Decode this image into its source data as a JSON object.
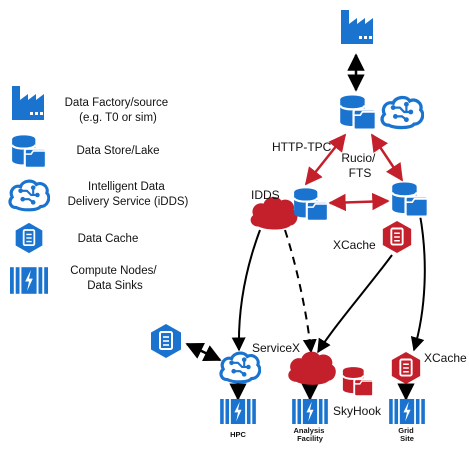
{
  "colors": {
    "blue": "#1a74cf",
    "red": "#c4202b",
    "black": "#000000",
    "white": "#ffffff"
  },
  "legend": [
    {
      "icon": "factory-icon",
      "label_lines": [
        "Data Factory/source",
        "(e.g. T0 or sim)"
      ]
    },
    {
      "icon": "data-store-icon",
      "label_lines": [
        "Data Store/Lake"
      ]
    },
    {
      "icon": "idds-brain-icon",
      "label_lines": [
        "Intelligent Data",
        "Delivery Service (iDDS)"
      ]
    },
    {
      "icon": "data-cache-icon",
      "label_lines": [
        "Data Cache"
      ]
    },
    {
      "icon": "compute-node-icon",
      "label_lines": [
        "Compute Nodes/",
        "Data Sinks"
      ]
    }
  ],
  "labels": {
    "http_tpc": "HTTP-TPC",
    "rucio_fts": [
      "Rucio/",
      "FTS"
    ],
    "idds": "IDDS",
    "xcache_mid": "XCache",
    "xcache_right": "XCache",
    "servicex": "ServiceX",
    "skyhook": "SkyHook",
    "hpc": "HPC",
    "analysis_facility": [
      "Analysis",
      "Facility"
    ],
    "grid_site": [
      "Grid",
      "Site"
    ]
  }
}
